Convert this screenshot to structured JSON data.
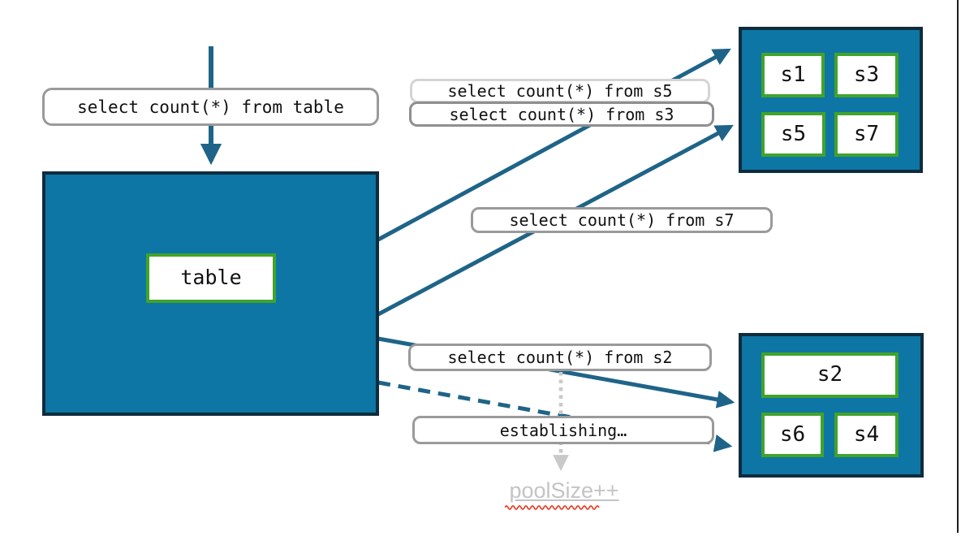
{
  "colors": {
    "node_fill": "#0d76a4",
    "node_border": "#0f2c3d",
    "shard_border": "#41a32b",
    "arrow_blue": "#1f6488",
    "arrow_gray": "#c9c9c9",
    "pill_border": "#9a9a9a",
    "pill_border_light": "#d4d4d4",
    "pool_text_color": "#c4c4c4",
    "squiggle_red": "#e8442e"
  },
  "table_node": {
    "label": "table"
  },
  "queries": {
    "table": "select count(*) from table",
    "s5": "select count(*) from s5",
    "s3": "select count(*) from s3",
    "s7": "select count(*) from s7",
    "s2": "select count(*) from s2",
    "establishing": "establishing…"
  },
  "shards": {
    "top": [
      "s1",
      "s3",
      "s5",
      "s7"
    ],
    "bottom": [
      "s2",
      "s6",
      "s4"
    ]
  },
  "pool_label": "poolSize++"
}
